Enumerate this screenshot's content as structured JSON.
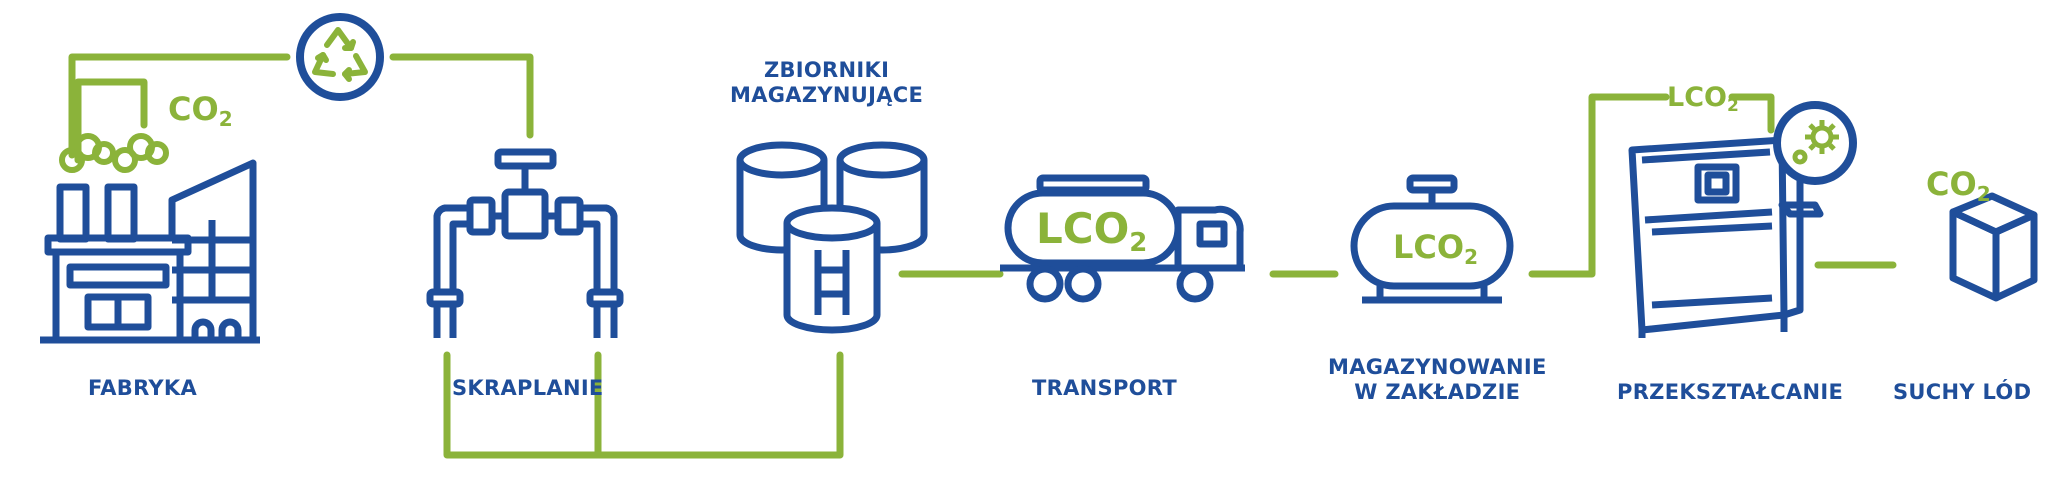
{
  "colors": {
    "primary": "#1f4e9a",
    "accent": "#8bb33a",
    "background": "#ffffff"
  },
  "stages": {
    "factory": "FABRYKA",
    "liquefaction": "SKRAPLANIE",
    "storage_tanks_line1": "ZBIORNIKI",
    "storage_tanks_line2": "MAGAZYNUJĄCE",
    "transport": "TRANSPORT",
    "onsite_storage_line1": "MAGAZYNOWANIE",
    "onsite_storage_line2": "W ZAKŁADZIE",
    "conversion": "PRZEKSZTAŁCANIE",
    "dry_ice": "SUCHY LÓD"
  },
  "chem": {
    "co2_main": "CO",
    "co2_sub": "2",
    "lco2_main": "LCO",
    "lco2_sub": "2"
  },
  "icons": [
    "factory-icon",
    "recycle-icon",
    "valve-pipe-icon",
    "storage-tanks-icon",
    "tanker-truck-icon",
    "storage-tank-icon",
    "dry-ice-machine-icon",
    "gear-icon",
    "dry-ice-cube-icon"
  ]
}
